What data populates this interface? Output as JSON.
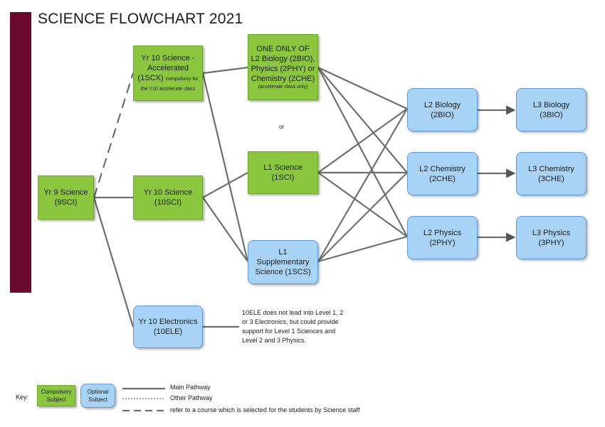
{
  "title": "SCIENCE FLOWCHART 2021",
  "nodes": {
    "yr9": [
      "Yr 9 Science",
      "(9SCI)"
    ],
    "yr10acc": [
      "Yr 10 Science -",
      "Accelerated",
      "(1SCX)"
    ],
    "yr10acc_note": "compulsory for the Y10 accelerate class",
    "yr10sci": [
      "Yr 10 Science",
      "(10SCI)"
    ],
    "yr10ele": [
      "Yr 10 Electronics",
      "(10ELE)"
    ],
    "oneonly": [
      "ONE ONLY OF",
      "L2 Biology (2BIO),",
      "Physics (2PHY) or",
      "Chemistry (2CHE)"
    ],
    "oneonly_note": "(accelerate class only)",
    "l1sci": [
      "L1 Science",
      "(1SCI)"
    ],
    "l1sup": [
      "L1",
      "Supplementary",
      "Science (1SCS)"
    ],
    "l2bio": [
      "L2 Biology",
      "(2BIO)"
    ],
    "l2che": [
      "L2 Chemistry",
      "(2CHE)"
    ],
    "l2phy": [
      "L2 Physics",
      "(2PHY)"
    ],
    "l3bio": [
      "L3 Biology",
      "(3BIO)"
    ],
    "l3che": [
      "L3 Chemistry",
      "(3CHE)"
    ],
    "l3phy": [
      "L3 Physics",
      "(3PHY)"
    ]
  },
  "or_text": "or",
  "note": [
    "10ELE does not lead into Level 1, 2",
    "or 3 Electronics, but could provide",
    "support for Level 1 Sciences and",
    "Level 2 and 3 Physics."
  ],
  "key": {
    "label": "Key:",
    "compulsory": [
      "Compulsory",
      "Subject"
    ],
    "optional": [
      "Optional",
      "Subject"
    ],
    "main": "Main Pathway",
    "other": "Other Pathway",
    "staff": "refer to a course which is selected for the students by Science staff"
  },
  "colors": {
    "sidebar": "#6b0a2f",
    "compulsory": "#8cc63f",
    "optional": "#a9d2f7",
    "line": "#6e6e6e"
  }
}
